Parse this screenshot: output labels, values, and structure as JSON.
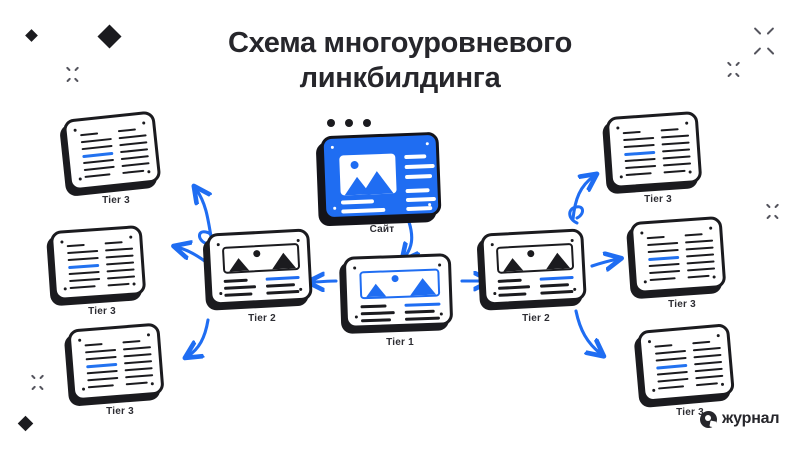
{
  "title": "Схема многоуровневого линкбилдинга",
  "colors": {
    "accent_blue": "#1f6df2",
    "ink": "#1b1b1f",
    "title_ink": "#26262b",
    "background": "#ffffff"
  },
  "diagram": {
    "nodes": [
      {
        "id": "site",
        "label": "Сайт",
        "kind": "site-card"
      },
      {
        "id": "tier1",
        "label": "Tier 1",
        "kind": "page-card"
      },
      {
        "id": "tier2-left",
        "label": "Tier 2",
        "kind": "page-card"
      },
      {
        "id": "tier2-right",
        "label": "Tier 2",
        "kind": "page-card"
      },
      {
        "id": "tier3-l1",
        "label": "Tier 3",
        "kind": "doc-card"
      },
      {
        "id": "tier3-l2",
        "label": "Tier 3",
        "kind": "doc-card"
      },
      {
        "id": "tier3-l3",
        "label": "Tier 3",
        "kind": "doc-card"
      },
      {
        "id": "tier3-r1",
        "label": "Tier 3",
        "kind": "doc-card"
      },
      {
        "id": "tier3-r2",
        "label": "Tier 3",
        "kind": "doc-card"
      },
      {
        "id": "tier3-r3",
        "label": "Tier 3",
        "kind": "doc-card"
      }
    ],
    "edges": [
      {
        "from": "site",
        "to": "tier1"
      },
      {
        "from": "tier1",
        "to": "tier2-left"
      },
      {
        "from": "tier1",
        "to": "tier2-right"
      },
      {
        "from": "tier2-left",
        "to": "tier3-l1"
      },
      {
        "from": "tier2-left",
        "to": "tier3-l2"
      },
      {
        "from": "tier2-left",
        "to": "tier3-l3"
      },
      {
        "from": "tier2-right",
        "to": "tier3-r1"
      },
      {
        "from": "tier2-right",
        "to": "tier3-r2"
      },
      {
        "from": "tier2-right",
        "to": "tier3-r3"
      }
    ]
  },
  "logo": {
    "word": "журнал",
    "icon": "circle-mark"
  }
}
